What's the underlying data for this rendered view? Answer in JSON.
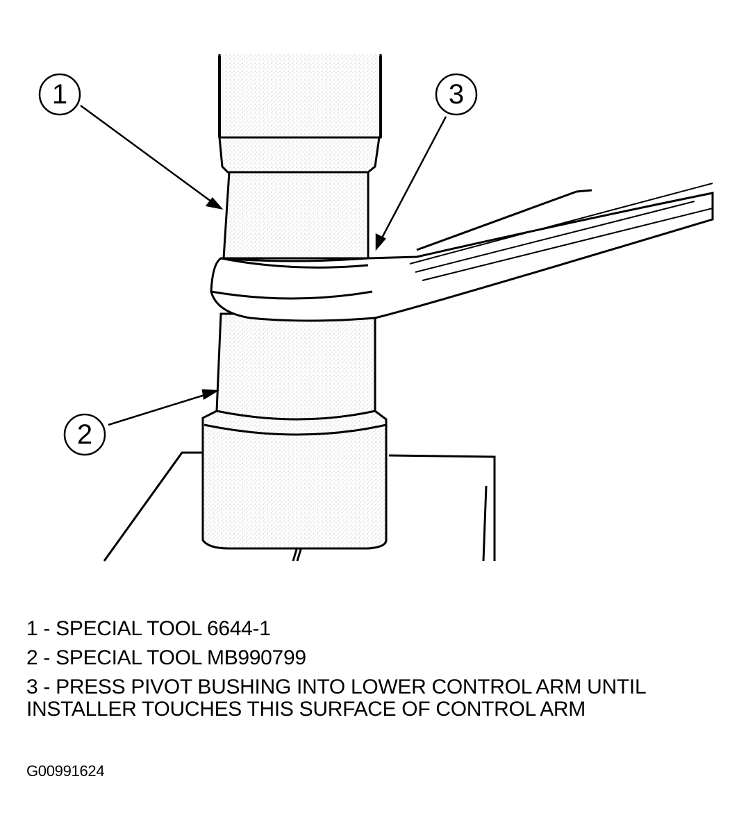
{
  "callouts": {
    "c1": "1",
    "c2": "2",
    "c3": "3"
  },
  "legend": {
    "items": [
      "1 - SPECIAL TOOL 6644-1",
      "2 - SPECIAL TOOL MB990799",
      "3 - PRESS PIVOT BUSHING INTO LOWER CONTROL ARM UNTIL INSTALLER TOUCHES THIS SURFACE OF CONTROL ARM"
    ]
  },
  "figure_id": "G00991624",
  "colors": {
    "ink": "#000000",
    "paper": "#ffffff",
    "stipple": "#9a9a9a"
  }
}
